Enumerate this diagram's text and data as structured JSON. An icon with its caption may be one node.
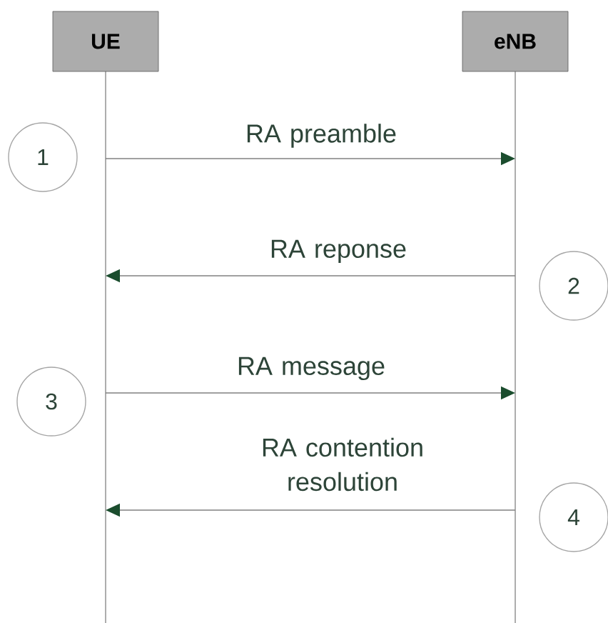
{
  "diagram": {
    "nodes": [
      {
        "text": [
          "UE"
        ]
      },
      {
        "text": [
          "eNB"
        ]
      },
      {
        "text": [
          "1"
        ]
      },
      {
        "text": [
          "2"
        ]
      },
      {
        "text": [
          "3"
        ]
      },
      {
        "text": [
          "4"
        ]
      }
    ],
    "edges": [
      {
        "from": 0,
        "to": 1,
        "arrow": "to",
        "label": "RA preamble"
      },
      {
        "from": 1,
        "to": 0,
        "arrow": "to",
        "label": "RA reponse"
      },
      {
        "from": 0,
        "to": 1,
        "arrow": "to",
        "label": "RA message"
      },
      {
        "from": 1,
        "to": 0,
        "arrow": "to",
        "label": "RA contention resolution"
      }
    ]
  }
}
